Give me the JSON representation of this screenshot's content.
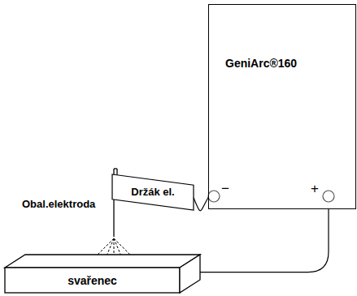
{
  "diagram": {
    "nodes": [
      {
        "text": [
          "GeniArc®160"
        ]
      },
      {
        "text": [
          "Držák el."
        ]
      },
      {
        "text": [
          "svařenec"
        ]
      }
    ],
    "edges": [
      {
        "from": 0,
        "to": 1,
        "arrow": "none"
      },
      {
        "from": 0,
        "to": 2,
        "arrow": "none"
      }
    ],
    "labels": [
      "−",
      "+",
      "Obal.elektroda"
    ]
  }
}
